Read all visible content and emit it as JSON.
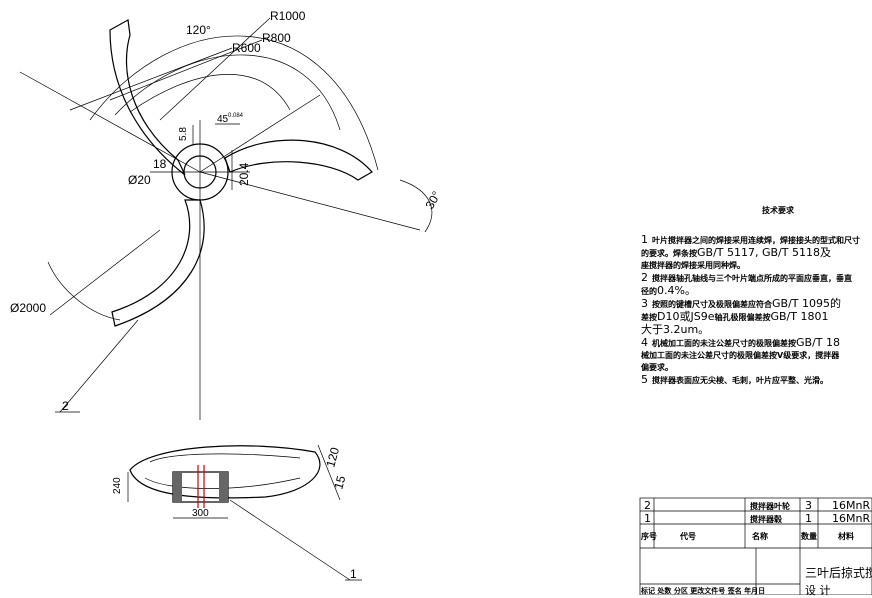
{
  "drawing": {
    "dims": {
      "angle_top": "120°",
      "r1000": "R1000",
      "r800": "R800",
      "r600": "R600",
      "d45": "45",
      "d45_tol": "0.084",
      "d58": "5.8",
      "d18": "18",
      "d20": "Ø20",
      "d204": "20.4",
      "angle30": "30°",
      "dia2000": "Ø2000",
      "d240": "240",
      "d300": "300",
      "d15": "15",
      "d120": "120"
    },
    "callouts": {
      "c1": "1",
      "c2": "2"
    }
  },
  "notes": {
    "title": "技术要求",
    "items": [
      {
        "num": "1",
        "lines": [
          "叶片搅拌器之间的焊接采用连续焊，焊接接头的型式和尺寸",
          "的要求。焊条按",
          "座搅拌器的焊接采用同种焊。"
        ],
        "big": [
          "GB/T 5117, GB/T 5118及"
        ]
      },
      {
        "num": "2",
        "lines": [
          "搅拌器轴孔轴线与三个叶片端点所成的平面应垂直，垂直",
          "径的"
        ],
        "big": [
          "0.4%。"
        ]
      },
      {
        "num": "3",
        "lines": [
          "按照的键槽尺寸及极限偏差应符合",
          "差按",
          "轴孔极限偏差按",
          "大于3.2um。"
        ],
        "big": [
          "GB/T 1095的",
          "D10或JS9e",
          "GB/T 1801"
        ]
      },
      {
        "num": "4",
        "lines": [
          "机械加工面的未注公差尺寸的极限偏差按",
          "械加工面的未注公差尺寸的极限偏差按V级要求，搅拌器",
          "偏要求。"
        ],
        "big": [
          "GB/T 18"
        ]
      },
      {
        "num": "5",
        "lines": [
          "搅拌器表面应无尖棱、毛刺，叶片应平整、光滑。"
        ],
        "big": []
      }
    ]
  },
  "title_block": {
    "rows": [
      {
        "seq": "2",
        "name": "搅拌器叶轮",
        "qty": "3",
        "material": "16MnR"
      },
      {
        "seq": "1",
        "name": "搅拌器毂",
        "qty": "1",
        "material": "16MnR"
      }
    ],
    "headers": {
      "seq": "序号",
      "code": "代号",
      "name": "名称",
      "qty": "数量",
      "material": "材料"
    },
    "drawing_title": "三叶后掠式搅",
    "revision_row": "标记 处数 分区 更改文件号 签名 年月日",
    "design": "设 计"
  }
}
